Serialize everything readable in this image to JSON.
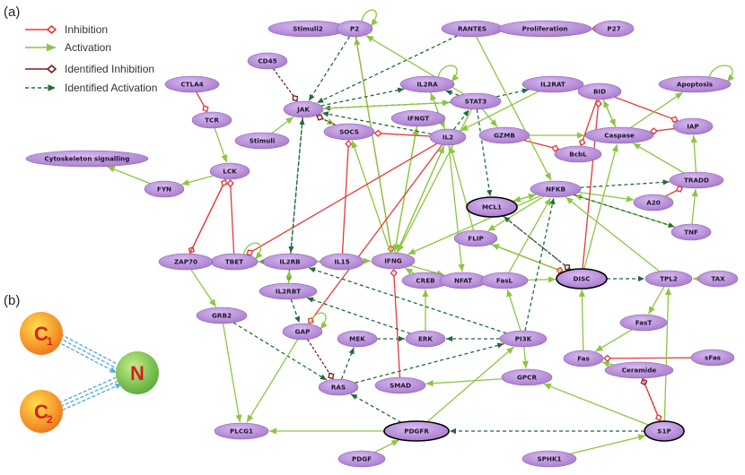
{
  "panel_labels": {
    "a": "(a)",
    "b": "(b)"
  },
  "legend": [
    {
      "key": "inhibition",
      "label": "Inhibition",
      "color": "#e8383a"
    },
    {
      "key": "activation",
      "label": "Activation",
      "color": "#8cc63f"
    },
    {
      "key": "identified_inhibition",
      "label": "Identified Inhibition",
      "color": "#7a1f1f"
    },
    {
      "key": "identified_activation",
      "label": "Identified Activation",
      "color": "#1f6b37"
    }
  ],
  "colors": {
    "node_fill": "#b98fd6",
    "node_stroke": "#8a63b0",
    "inhibition": "#e8383a",
    "activation": "#8cc63f",
    "identified_inhibition": "#7a1f1f",
    "identified_activation": "#1f6b37",
    "inset_edge": "#5aaee0"
  },
  "nodes": {
    "Stimuli2": "Stimuli2",
    "P2": "P2",
    "RANTES": "RANTES",
    "Proliferation": "Proliferation",
    "P27": "P27",
    "CD45": "CD45",
    "IL2RA": "IL2RA",
    "IL2RAT": "IL2RAT",
    "BID": "BID",
    "Apoptosis": "Apoptosis",
    "CTLA4": "CTLA4",
    "JAK": "JAK",
    "STAT3": "STAT3",
    "TCR": "TCR",
    "IFNGT": "IFNGT",
    "GZMB": "GZMB",
    "IAP": "IAP",
    "SOCS": "SOCS",
    "IL2": "IL2",
    "Caspase": "Caspase",
    "Stimuli": "Stimuli",
    "BcbL": "BcbL",
    "Cyto": "Cytoskeleton signalling",
    "LCK": "LCK",
    "TRADD": "TRADD",
    "FYN": "FYN",
    "NFKB": "NFKB",
    "MCL1": "MCL1",
    "A20": "A20",
    "TNF": "TNF",
    "TBET": "TBET",
    "FLIP": "FLIP",
    "ZAP70": "ZAP70",
    "IL2RB": "IL2RB",
    "IL15": "IL15",
    "IFNG": "IFNG",
    "CREB": "CREB",
    "NFAT": "NFAT",
    "FasL": "FasL",
    "DISC": "DISC",
    "TPL2": "TPL2",
    "TAX": "TAX",
    "IL2RBT": "IL2RBT",
    "GRB2": "GRB2",
    "FasT": "FasT",
    "GAP": "GAP",
    "MEK": "MEK",
    "ERK": "ERK",
    "PI3K": "PI3K",
    "Fas": "Fas",
    "sFas": "sFas",
    "Ceramide": "Ceramide",
    "GPCR": "GPCR",
    "SMAD": "SMAD",
    "RAS": "RAS",
    "PLCG1": "PLCG1",
    "PDGFR": "PDGFR",
    "S1P": "S1P",
    "PDGF": "PDGF",
    "SPHK1": "SPHK1"
  },
  "inset": {
    "c1": "C",
    "c1_sub": "1",
    "c2": "C",
    "c2_sub": "2",
    "n": "N"
  }
}
